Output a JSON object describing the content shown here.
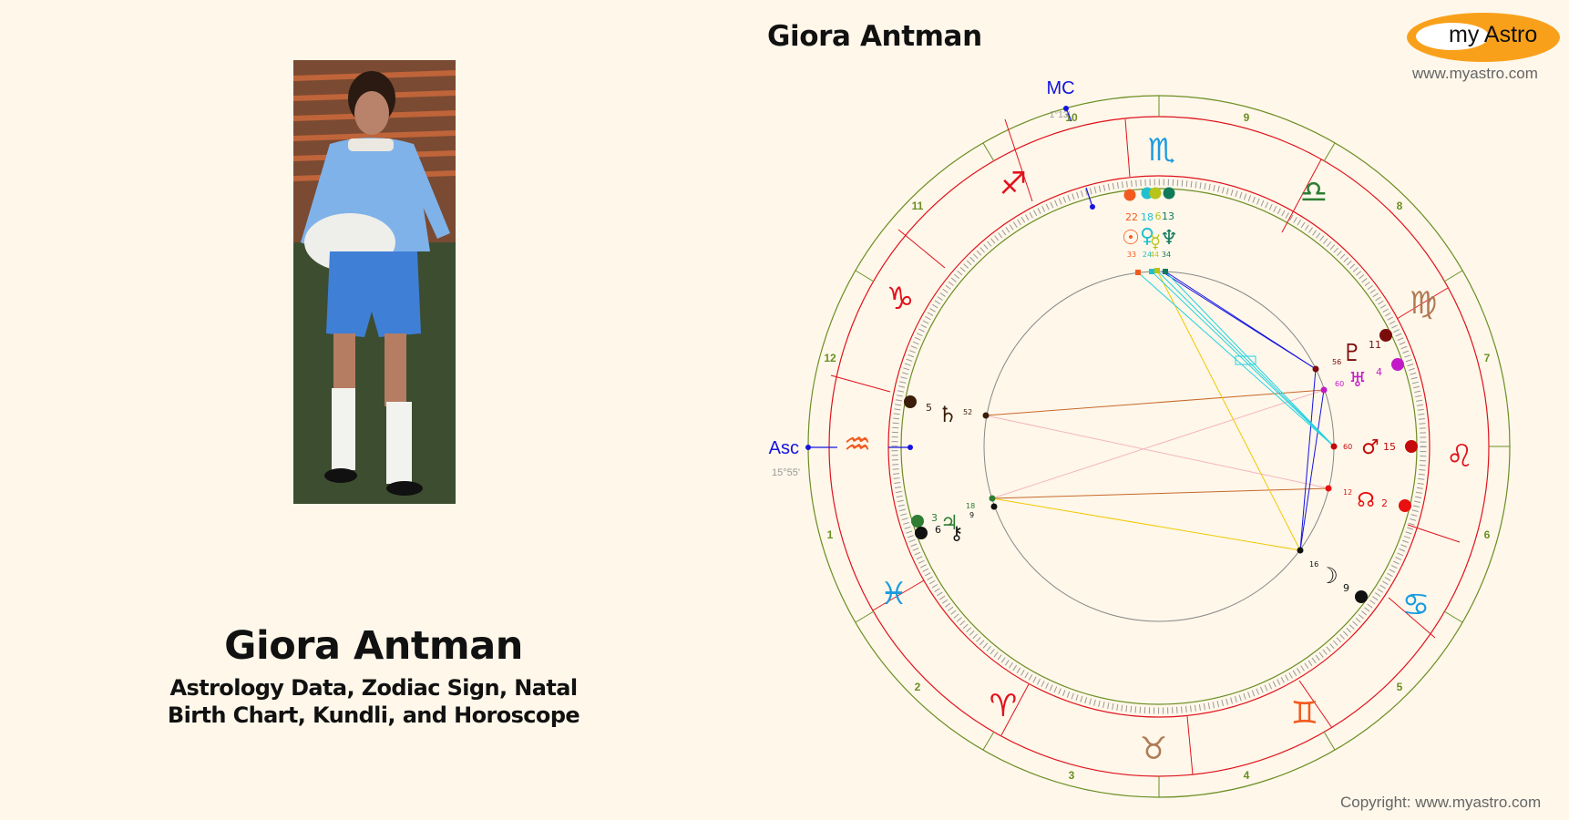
{
  "header": {
    "chart_title": "Giora Antman",
    "logo_text": "my Astro",
    "logo_url": "www.myastro.com",
    "logo_colors": {
      "ring": "#f9a01b",
      "inner": "#ffffff"
    }
  },
  "profile": {
    "name": "Giora Antman",
    "subtitle_line1": "Astrology Data, Zodiac Sign, Natal",
    "subtitle_line2": "Birth Chart, Kundli, and Horoscope",
    "photo_alt": "Photo of Giora Antman in blue goalkeeper kit holding a ball"
  },
  "footer": {
    "copyright": "Copyright: www.myastro.com"
  },
  "chart": {
    "angles": {
      "asc_label": "Asc",
      "asc_degree": "15°55'",
      "mc_label": "MC",
      "mc_degree": "1°13'"
    },
    "house_numbers": [
      "1",
      "2",
      "3",
      "4",
      "5",
      "6",
      "7",
      "8",
      "9",
      "10",
      "11",
      "12"
    ],
    "signs": [
      {
        "name": "Scorpio",
        "glyph": "♏",
        "color": "#1a9be0"
      },
      {
        "name": "Libra",
        "glyph": "♎",
        "color": "#2e7d32"
      },
      {
        "name": "Virgo",
        "glyph": "♍",
        "color": "#b07b55"
      },
      {
        "name": "Leo",
        "glyph": "♌",
        "color": "#e0121c"
      },
      {
        "name": "Cancer",
        "glyph": "♋",
        "color": "#1a9be0"
      },
      {
        "name": "Gemini",
        "glyph": "♊",
        "color": "#f25a1f"
      },
      {
        "name": "Taurus",
        "glyph": "♉",
        "color": "#b07b55"
      },
      {
        "name": "Aries",
        "glyph": "♈",
        "color": "#e0121c"
      },
      {
        "name": "Pisces",
        "glyph": "♓",
        "color": "#1a9be0"
      },
      {
        "name": "Aquarius",
        "glyph": "♒",
        "color": "#f25a1f"
      },
      {
        "name": "Capricorn",
        "glyph": "♑",
        "color": "#e0121c"
      },
      {
        "name": "Sagittarius",
        "glyph": "♐",
        "color": "#e0121c"
      }
    ],
    "planets": [
      {
        "name": "Sun",
        "glyph": "☉",
        "color": "#f25a1f",
        "deg": "22",
        "min": "33"
      },
      {
        "name": "Venus",
        "glyph": "♀",
        "color": "#1fc0d0",
        "deg": "18",
        "min": "24"
      },
      {
        "name": "Mercury",
        "glyph": "☿",
        "color": "#b8c41a",
        "deg": "6",
        "min": "44"
      },
      {
        "name": "Neptune",
        "glyph": "♆",
        "color": "#0f7a5a",
        "deg": "13",
        "min": "34"
      },
      {
        "name": "Pluto",
        "glyph": "♇",
        "color": "#7a0c0c",
        "deg": "11",
        "min": "56"
      },
      {
        "name": "Uranus",
        "glyph": "♅",
        "color": "#c21ac9",
        "deg": "4",
        "min": "60"
      },
      {
        "name": "Mars",
        "glyph": "♂",
        "color": "#c40a0a",
        "deg": "15",
        "min": "60"
      },
      {
        "name": "North Node",
        "glyph": "☊",
        "color": "#e81010",
        "deg": "2",
        "min": "12"
      },
      {
        "name": "Moon",
        "glyph": "☽",
        "color": "#111111",
        "deg": "9",
        "min": "16"
      },
      {
        "name": "Saturn",
        "glyph": "♄",
        "color": "#3b1d0a",
        "deg": "5",
        "min": "52"
      },
      {
        "name": "Jupiter",
        "glyph": "♃",
        "color": "#2e7d32",
        "deg": "3",
        "min": "18"
      },
      {
        "name": "Chiron",
        "glyph": "⚷",
        "color": "#111111",
        "deg": "6",
        "min": "9"
      }
    ],
    "ring_colors": {
      "outer": "#6b8e23",
      "sign_ring": "#e0121c",
      "aspect_circle": "#888888",
      "mc_asc": "#1414e0"
    }
  }
}
